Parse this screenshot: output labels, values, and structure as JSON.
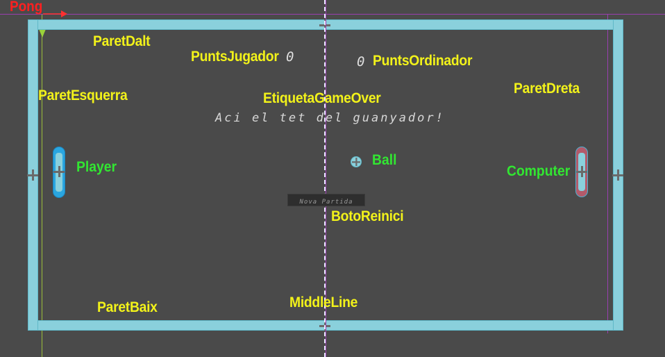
{
  "scene_root": {
    "name": "Pong"
  },
  "nodes": {
    "top_wall": "ParetDalt",
    "left_wall": "ParetEsquerra",
    "right_wall": "ParetDreta",
    "bottom_wall": "ParetBaix",
    "player_score": "PuntsJugador",
    "computer_score": "PuntsOrdinador",
    "game_over_label": "EtiquetaGameOver",
    "player": "Player",
    "ball": "Ball",
    "computer": "Computer",
    "restart_button": "BotoReinici",
    "middle_line": "MiddleLine"
  },
  "values": {
    "player_score_value": "0",
    "computer_score_value": "0",
    "game_over_text": "Aci el tet del guanyador!",
    "restart_button_text": "Nova Partida"
  },
  "colors": {
    "background": "#4a4a4a",
    "wall": "#8ad0dc",
    "node_label": "#f2f21a",
    "body_label": "#32e632",
    "root_label": "#ff2020",
    "player_paddle": "#2aa6e0",
    "computer_paddle": "#b35a6a",
    "guide_line": "#b030c0"
  }
}
